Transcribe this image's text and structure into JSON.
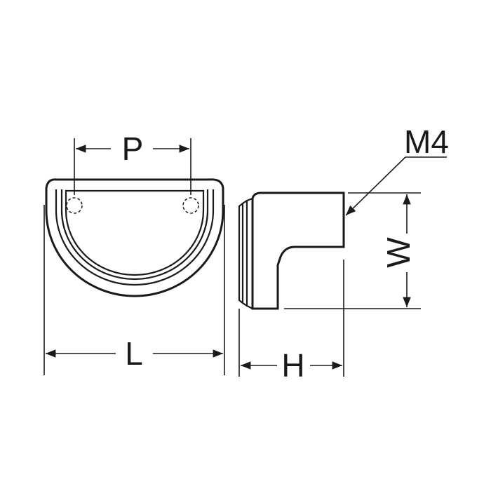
{
  "labels": {
    "pitch": "P",
    "length": "L",
    "height": "H",
    "width": "W",
    "thread": "M4"
  },
  "colors": {
    "line": "#1a1a1a",
    "background": "#ffffff"
  }
}
